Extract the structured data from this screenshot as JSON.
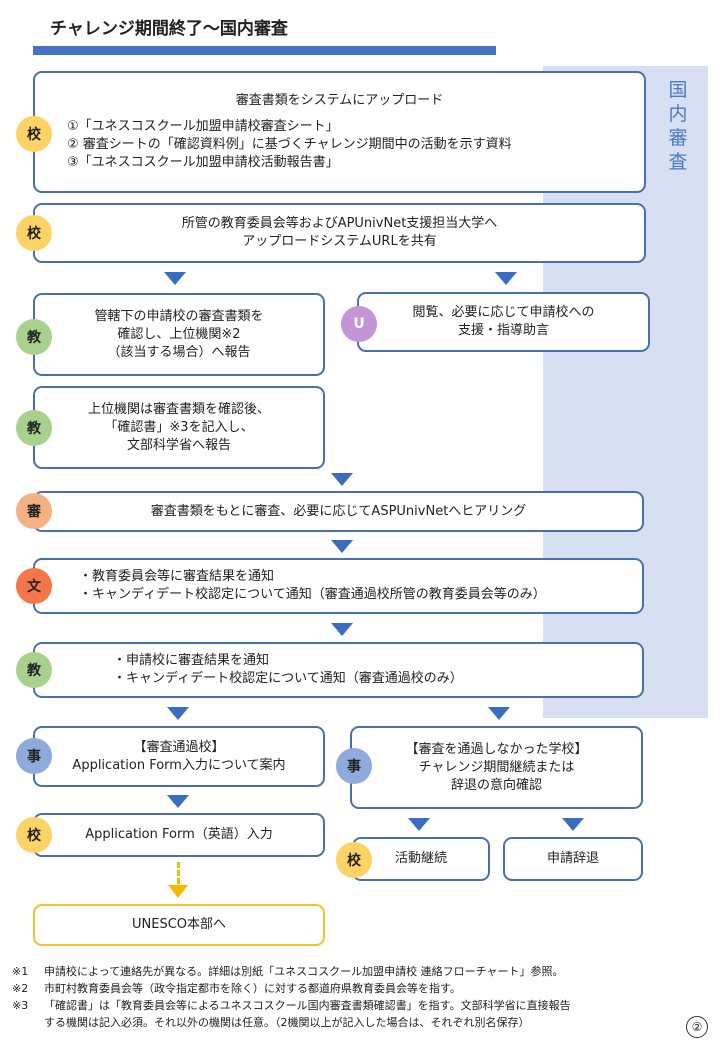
{
  "title": "チャレンジ期間終了〜国内審査",
  "side_label": "国内審査",
  "roles": {
    "school": "校",
    "board": "教",
    "univ": "U",
    "review": "審",
    "mext": "文",
    "office": "事"
  },
  "boxes": {
    "upload": {
      "heading": "審査書類をシステムにアップロード",
      "items": [
        "①「ユネスコスクール加盟申請校審査シート」",
        "② 審査シートの「確認資料例」に基づくチャレンジ期間中の活動を示す資料",
        "③「ユネスコスクール加盟申請校活動報告書」"
      ]
    },
    "share": [
      "所管の教育委員会等およびAPUnivNet支援担当大学へ",
      "アップロードシステムURLを共有"
    ],
    "board_confirm": [
      "管轄下の申請校の審査書類を",
      "確認し、上位機関※2",
      "（該当する場合）へ報告"
    ],
    "univ_support": [
      "閲覧、必要に応じて申請校への",
      "支援・指導助言"
    ],
    "upper_confirm": [
      "上位機関は審査書類を確認後、",
      "「確認書」※3を記入し、",
      "文部科学省へ報告"
    ],
    "review": "審査書類をもとに審査、必要に応じてASPUnivNetへヒアリング",
    "mext_notify": [
      "・教育委員会等に審査結果を通知",
      "・キャンディデート校認定について通知（審査通過校所管の教育委員会等のみ）"
    ],
    "board_notify": [
      "・申請校に審査結果を通知",
      "・キャンディデート校認定について通知（審査通過校のみ）"
    ],
    "passed": [
      "【審査通過校】",
      "Application Form入力について案内"
    ],
    "not_passed": [
      "【審査を通過しなかった学校】",
      "チャレンジ期間継続または",
      "辞退の意向確認"
    ],
    "application_form": "Application Form（英語）入力",
    "continue": "活動継続",
    "withdraw": "申請辞退",
    "unesco": "UNESCO本部へ"
  },
  "notes": [
    {
      "mark": "※1",
      "lines": [
        "申請校によって連絡先が異なる。詳細は別紙「ユネスコスクール加盟申請校 連絡フローチャート」参照。"
      ]
    },
    {
      "mark": "※2",
      "lines": [
        "市町村教育委員会等（政令指定都市を除く）に対する都道府県教育委員会等を指す。"
      ]
    },
    {
      "mark": "※3",
      "lines": [
        "「確認書」は「教育委員会等によるユネスコスクール国内審査書類確認書」を指す。文部科学省に直接報告",
        "する機関は記入必須。それ以外の機関は任意。（2機関以上が記入した場合は、それぞれ別名保存）"
      ]
    }
  ],
  "page_number": "②",
  "colors": {
    "accent": "#4472c4",
    "band": "#d6e0f2",
    "border": "#4a6fb0",
    "school": "#fdd365",
    "board": "#a9d18e",
    "univ": "#c394d6",
    "review": "#f4b183",
    "mext": "#f4764a",
    "office": "#8faadc",
    "gold": "#f5c12c"
  }
}
